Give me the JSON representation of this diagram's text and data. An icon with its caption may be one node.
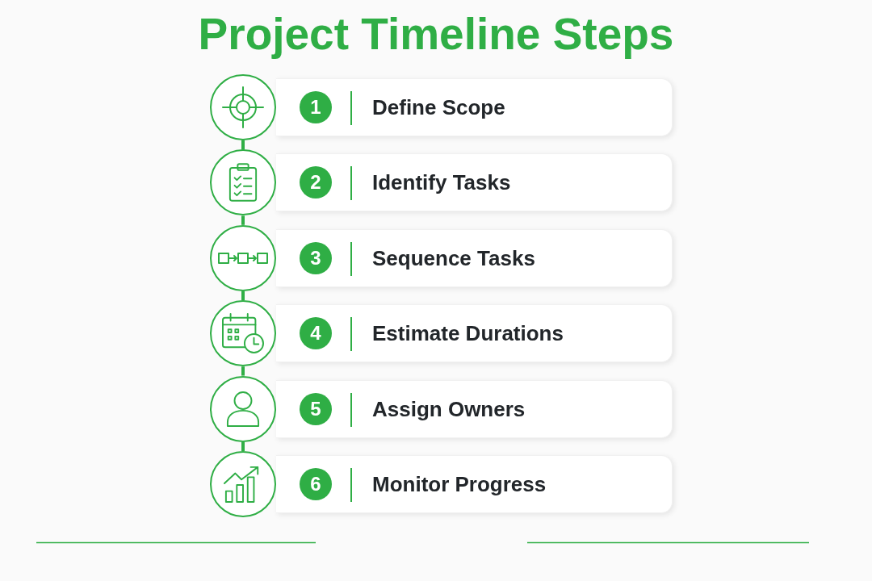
{
  "diagram": {
    "title": "Project Timeline Steps",
    "nodes": [
      {
        "text": [],
        "shape": "circle"
      },
      {
        "text": [
          "Define Scope"
        ]
      },
      {
        "text": [
          "1"
        ],
        "in": 1
      },
      {
        "text": [],
        "shape": "circle"
      },
      {
        "text": [
          "Identify Tasks"
        ]
      },
      {
        "text": [
          "2"
        ],
        "in": 4
      },
      {
        "text": [],
        "shape": "circle"
      },
      {
        "text": [
          "Sequence Tasks"
        ]
      },
      {
        "text": [
          "3"
        ],
        "in": 7
      },
      {
        "text": [],
        "shape": "circle"
      },
      {
        "text": [
          "Estimate Durations"
        ]
      },
      {
        "text": [
          "4"
        ],
        "in": 10
      },
      {
        "text": [],
        "shape": "circle"
      },
      {
        "text": [
          "Assign Owners"
        ]
      },
      {
        "text": [
          "5"
        ],
        "in": 13
      },
      {
        "text": [],
        "shape": "circle"
      },
      {
        "text": [
          "Monitor Progress"
        ]
      },
      {
        "text": [
          "6"
        ],
        "in": 16
      }
    ],
    "edges": [
      {
        "from": 0,
        "to": 3,
        "arrow": "none"
      },
      {
        "from": 3,
        "to": 6,
        "arrow": "none"
      },
      {
        "from": 6,
        "to": 9,
        "arrow": "none"
      },
      {
        "from": 9,
        "to": 12,
        "arrow": "none"
      },
      {
        "from": 12,
        "to": 15,
        "arrow": "none"
      }
    ]
  }
}
